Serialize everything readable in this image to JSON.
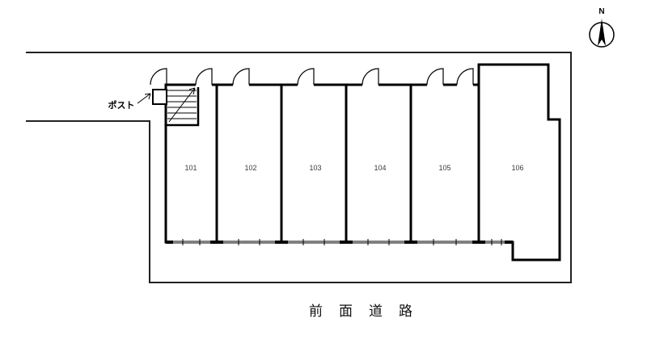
{
  "plan": {
    "compass": {
      "label": "N"
    },
    "post": {
      "label": "ポスト"
    },
    "road": {
      "label": "前面道路"
    },
    "units": [
      {
        "number": "101"
      },
      {
        "number": "102"
      },
      {
        "number": "103"
      },
      {
        "number": "104"
      },
      {
        "number": "105"
      },
      {
        "number": "106"
      }
    ]
  }
}
